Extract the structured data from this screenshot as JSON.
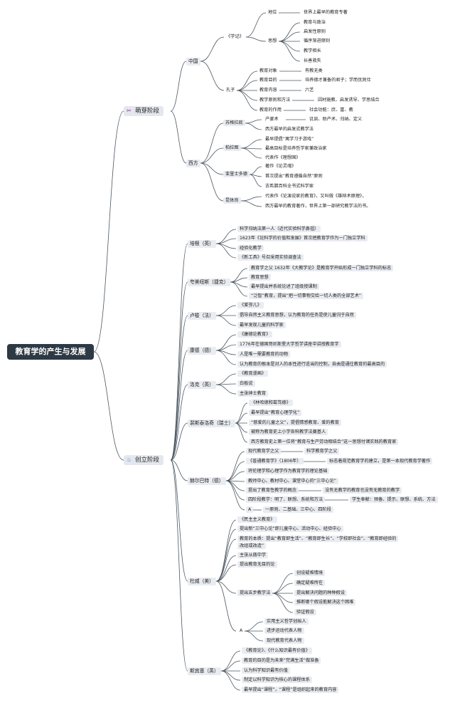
{
  "title": "教育学的产生与发展",
  "stages": [
    {
      "label": "萌芽阶段",
      "icon": "scissors-icon",
      "groups": [
        {
          "label": "中国",
          "children": [
            {
              "label": "《学记》",
              "children": [
                {
                  "label": "地位",
                  "children": [
                    "世界上最早的教育专著"
                  ]
                },
                {
                  "label": "思想",
                  "children": [
                    "教育与政治",
                    "启发性原则",
                    "循序渐进原则",
                    "教学相长",
                    "长善救失"
                  ]
                }
              ]
            },
            {
              "label": "孔子",
              "children": [
                {
                  "label": "教育对象",
                  "children": [
                    "有教无类"
                  ]
                },
                {
                  "label": "教育目的",
                  "children": [
                    "培养德才兼备的君子；学而优则仕"
                  ]
                },
                {
                  "label": "教育内容",
                  "children": [
                    "六艺"
                  ]
                },
                {
                  "label": "教学原则和方法",
                  "children": [
                    "因材施教、启发诱导、学思结合"
                  ]
                },
                {
                  "label": "教育的作用",
                  "children": [
                    "社会功能：庶、富、教"
                  ]
                }
              ]
            }
          ]
        },
        {
          "label": "西方",
          "children": [
            {
              "label": "苏格拉底",
              "children": [
                "产婆术",
                "讥讽、助产术、归纳、定义",
                "西方最早的启发式教学法"
              ]
            },
            {
              "label": "柏拉图",
              "children": [
                "最早提倡“寓学习于游戏”",
                "最高目标是培养哲学家兼政治家",
                "代表作《理想国》"
              ]
            },
            {
              "label": "亚里士多德",
              "children": [
                "著作《论灵魂》",
                "首次提出“教育遵循自然”原则",
                "古希腊百科全书式科学家"
              ]
            },
            {
              "label": "昆体良",
              "children": [
                "代表作《论演说家的教育》，又叫做《雄辩术原理》，",
                "西方最早的教育著作，世界上第一部研究教学法的书。"
              ]
            }
          ]
        }
      ]
    },
    {
      "label": "创立阶段",
      "icon": "flame-icon",
      "groups": [
        {
          "label": "培根（英）",
          "children": [
            "科学归纳法第一人（近代实验科学鼻祖）",
            "1623年《论科学的价值和发展》首次把教育学作为一门独立学科",
            "经验化教学",
            "《新工具》号召采用实验调查法"
          ]
        },
        {
          "label": "夸美纽斯（捷克）",
          "children": [
            "教育学之父 1632年《大教学论》是教育学开始形成一门独立学科的标志",
            "教育思想",
            "最早提出并系统论述了班级授课制",
            "“泛智”教育，提出“把一切事物交给一切人类的全部艺术”"
          ]
        },
        {
          "label": "卢梭（法）",
          "children": [
            "《爱弥儿》",
            "倡导自然主义教育思想，认为教育的任务是使儿童归于自然",
            "最早发现儿童的科学家"
          ]
        },
        {
          "label": "康德（德）",
          "children": [
            "《康德论教育》",
            "1776年在德国哥尼斯堡大学哲学讲座中讲授教育学",
            "人是唯一需要教育的动物",
            "认为教育的根本是对人的本性进行适当的控制，自由是通往教育的最高目的"
          ]
        },
        {
          "label": "洛克（英）",
          "children": [
            "《教育漫画》",
            "白板说",
            "主张绅士教育"
          ]
        },
        {
          "label": "裴斯泰洛奇（瑞士）",
          "children": [
            "《林哈德和葛笃德》",
            "最早提出“教育心理学化”",
            "“慈爱的儿童之父”，提倡情感教育、爱的教育",
            "被称为教育史上小学各科教学法奠基人",
            "西方教育史上第一位将“教育与生产劳动相结合”这一思想付诸实践的教育家"
          ]
        },
        {
          "label": "赫尔巴特（德）",
          "children": [
            "现代教育学之父",
            "科学教育学之父",
            "《普通教育学》（1806年）",
            "标志着规范教育学的建立，是第一本现代教育学著作",
            "将伦理学和心理学作为教育学的理论基础",
            "教师中心、教材中心、课堂中心的“三中心论”",
            "提出了教育性教学的概念",
            "没有无教学的教育也没有无教育的教学",
            "四阶段教学：明了、联想、系统和方法",
            "学生奉献：预备、提示、联想、系统、方法",
            "A",
            "一原则、二基础、三中心、四阶段"
          ]
        },
        {
          "label": "杜威（美）",
          "children": [
            "《民主主义教育》",
            "提出新“三中心论”即儿童中心、活动中心、经验中心",
            "教育的本质：提出“教育即生活”、“教育即生长”、“学校即社会”、“教育即经验的",
            "改组或改造”",
            "主张从做中学",
            "提出教育无目的论",
            "提出五步教学法",
            "创设疑难情境",
            "确定疑难所在",
            "提出解决问题的种种假设",
            "推断哪个假设能解决这个困难",
            "验证假设",
            "A",
            "实用主义哲学创始人",
            "进步运动代表人物",
            "现代教育代表人物"
          ]
        },
        {
          "label": "斯宾塞（英）",
          "children": [
            "《教育论》、《什么知识最有价值》",
            "教育的目的是为未来“完满生活”做准备",
            "认为科学知识最有价值",
            "制定以科学知识为核心的课程体系",
            "最早提出“课程”，“课程”是组织起来的教育内容"
          ]
        }
      ]
    }
  ]
}
